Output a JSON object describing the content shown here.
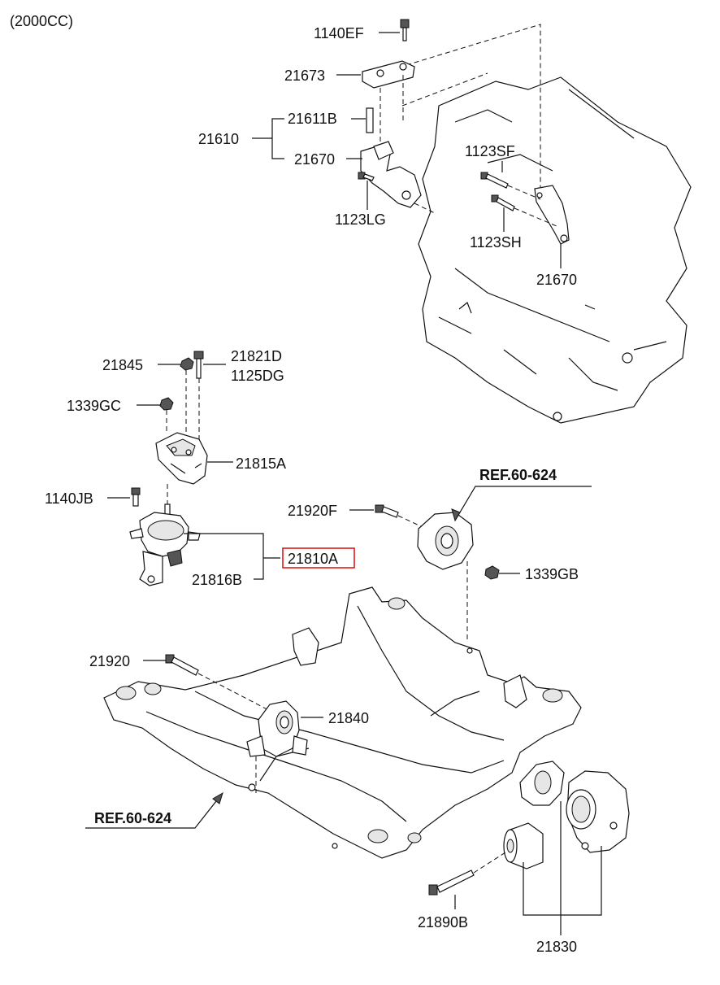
{
  "header": {
    "variant": "(2000CC)"
  },
  "labels": {
    "p1140EF": "1140EF",
    "p21673": "21673",
    "p21611B": "21611B",
    "p21610": "21610",
    "p21670a": "21670",
    "p1123LG": "1123LG",
    "p1123SF": "1123SF",
    "p1123SH": "1123SH",
    "p21670b": "21670",
    "p21845": "21845",
    "p21821D": "21821D",
    "p1125DG": "1125DG",
    "p1339GC": "1339GC",
    "p21815A": "21815A",
    "p1140JB": "1140JB",
    "p21920F": "21920F",
    "p21810A": "21810A",
    "p21816B": "21816B",
    "p1339GB": "1339GB",
    "p21920": "21920",
    "p21840": "21840",
    "p21890B": "21890B",
    "p21830": "21830"
  },
  "refs": {
    "upper": "REF.60-624",
    "lower": "REF.60-624"
  },
  "highlight": {
    "part": "21810A",
    "color": "#e01b1b"
  }
}
